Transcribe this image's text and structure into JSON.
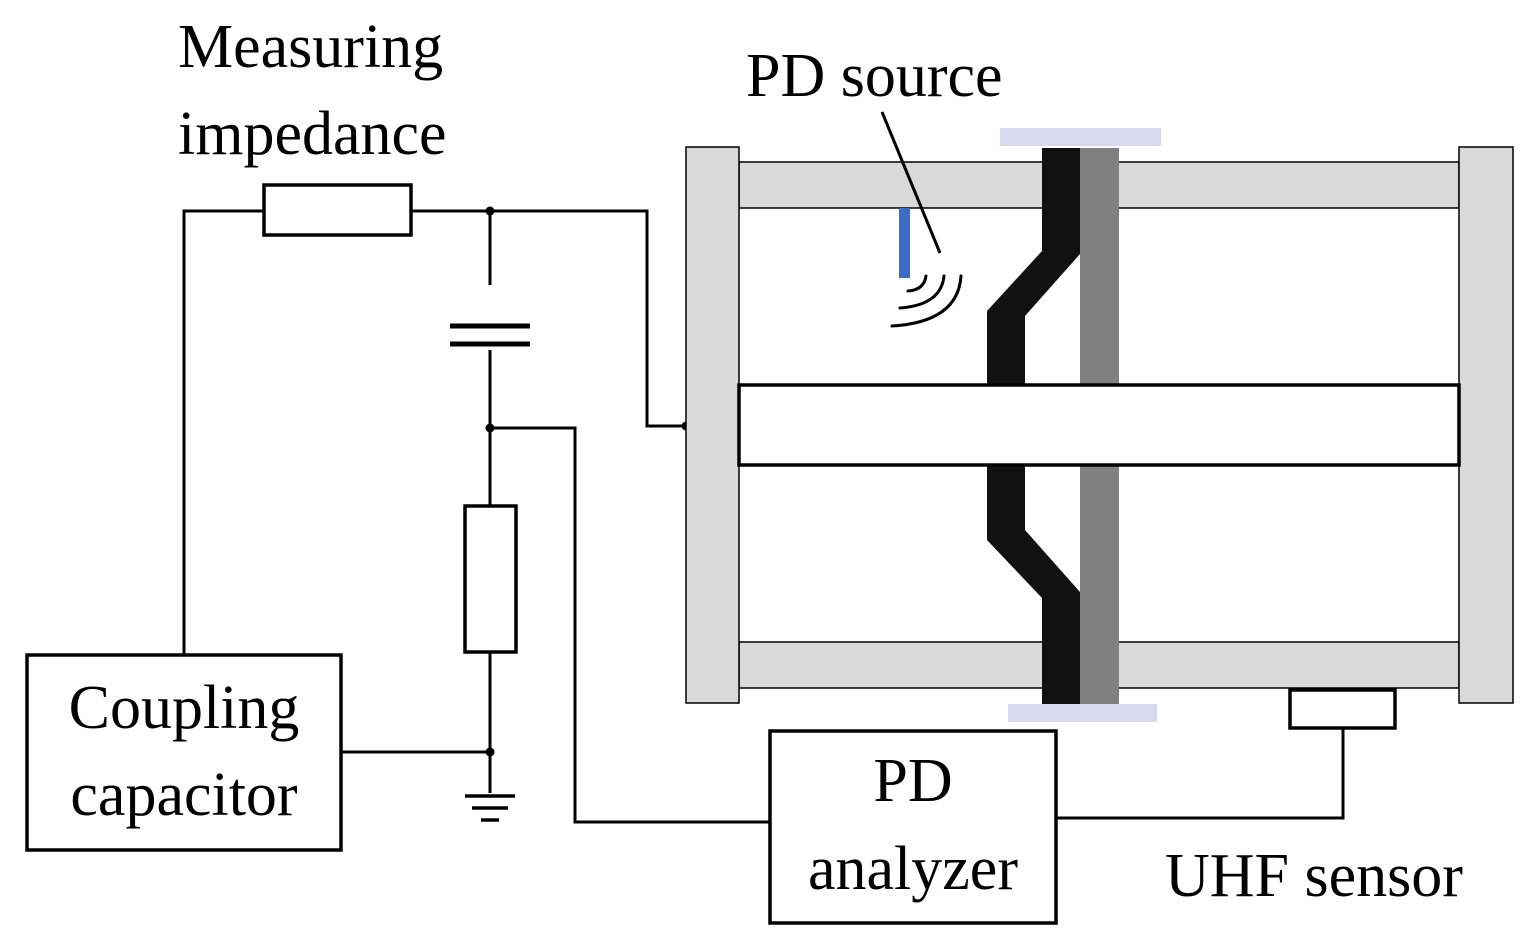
{
  "labels": {
    "measuring_impedance_line1": "Measuring",
    "measuring_impedance_line2": "impedance",
    "pd_source": "PD source",
    "coupling_capacitor_line1": "Coupling",
    "coupling_capacitor_line2": "capacitor",
    "pd_analyzer_line1": "PD",
    "pd_analyzer_line2": "analyzer",
    "uhf_sensor": "UHF sensor"
  },
  "colors": {
    "stroke": "#000000",
    "enclosure_fill": "#d9d9d9",
    "spacer_black": "#111111",
    "spacer_gray": "#808080",
    "flange_lightblue": "#d6d9f0",
    "pd_needle_blue": "#3d6bc4"
  }
}
